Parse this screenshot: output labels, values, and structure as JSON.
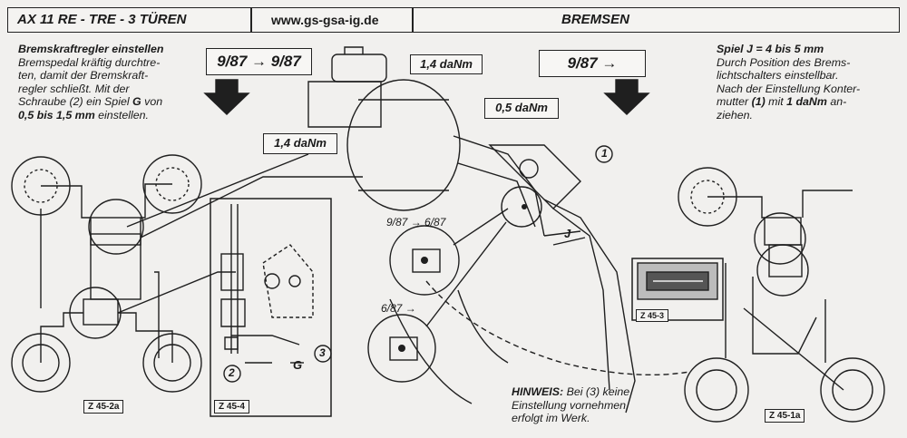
{
  "header": {
    "model": "AX 11 RE - TRE - 3 TÜREN",
    "website": "www.gs-gsa-ig.de",
    "section": "BREMSEN"
  },
  "left_text": {
    "title": "Bremskraftregler einstellen",
    "line1": "Bremspedal kräftig durchtre-",
    "line2": "ten, damit der Bremskraft-",
    "line3": "regler schließt. Mit der",
    "line4a": "Schraube (2) ein Spiel ",
    "line4b": "G",
    "line4c": " von",
    "line5a": "0,5 bis 1,5 mm",
    "line5b": " einstellen."
  },
  "right_text": {
    "title": "Spiel J = 4 bis 5 mm",
    "line1": "Durch Position des Brems-",
    "line2": "lichtschalters einstellbar.",
    "line3": "Nach der Einstellung Konter-",
    "line4a": "mutter ",
    "line4b": "(1)",
    "line4c": " mit ",
    "line4d": "1 daNm",
    "line4e": " an-",
    "line5": "ziehen."
  },
  "date_boxes": {
    "left": "9/87 → 9/87",
    "right": "9/87 →"
  },
  "torque_labels": {
    "upper": "1,4 daNm",
    "lower": "1,4 daNm",
    "right": "0,5 daNm"
  },
  "detail_labels": {
    "range": "9/87 → 6/87",
    "before": "6/87 →",
    "one": "1",
    "j": "J",
    "two": "2",
    "three": "3",
    "g": "G"
  },
  "figure_tags": {
    "left": "Z 45-2a",
    "middle": "Z 45-4",
    "valve": "Z 45-3",
    "right": "Z 45-1a"
  },
  "note": {
    "prefix": "HINWEIS:",
    "line1": " Bei (3) keine",
    "line2": "Einstellung vornehmen,",
    "line3": "erfolgt im Werk."
  }
}
